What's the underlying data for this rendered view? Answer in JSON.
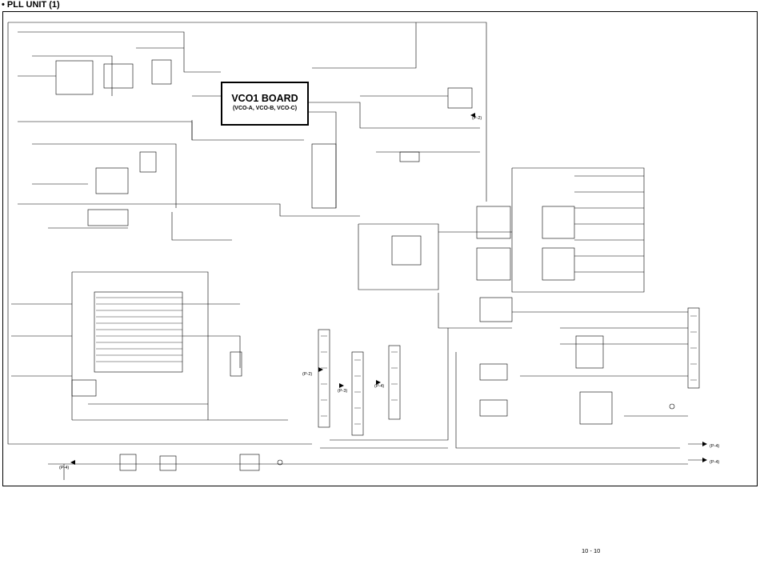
{
  "header": {
    "title": "• PLL UNIT (1)"
  },
  "vco_board": {
    "title": "VCO1 BOARD",
    "subtitle": "(VCO-A, VCO-B, VCO-C)"
  },
  "page_refs": [
    "(P-2)",
    "(P-2)",
    "(P-3)",
    "(P-4)",
    "(P-4)",
    "(P-4)",
    "(P-4)"
  ],
  "footer": {
    "page_number": "10 - 10"
  }
}
